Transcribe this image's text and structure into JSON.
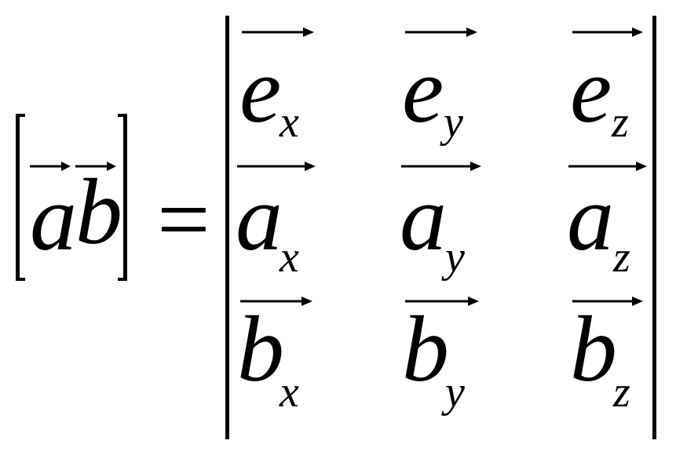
{
  "lhs": {
    "vec1": "a",
    "vec2": "b"
  },
  "operator": "=",
  "matrix": {
    "rows": [
      {
        "vector": "e",
        "components": [
          {
            "base": "e",
            "sub": "x"
          },
          {
            "base": "e",
            "sub": "y"
          },
          {
            "base": "e",
            "sub": "z"
          }
        ]
      },
      {
        "vector": "a",
        "components": [
          {
            "base": "a",
            "sub": "x"
          },
          {
            "base": "a",
            "sub": "y"
          },
          {
            "base": "a",
            "sub": "z"
          }
        ]
      },
      {
        "vector": "b",
        "components": [
          {
            "base": "b",
            "sub": "x"
          },
          {
            "base": "b",
            "sub": "y"
          },
          {
            "base": "b",
            "sub": "z"
          }
        ]
      }
    ]
  }
}
